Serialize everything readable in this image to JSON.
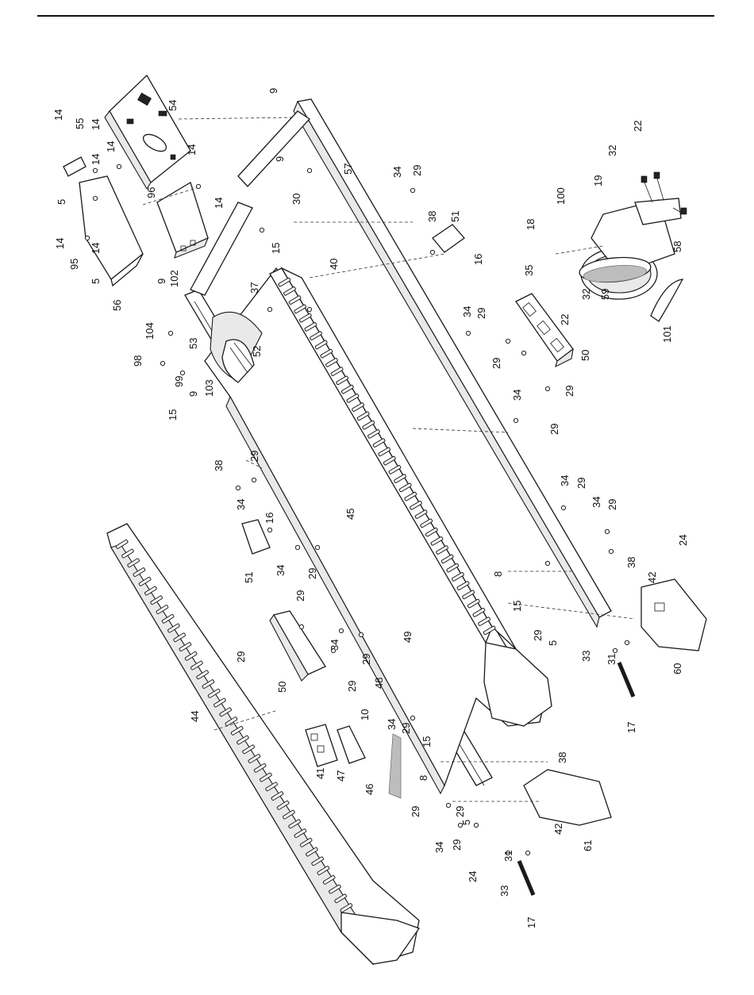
{
  "diagram": {
    "labels": [
      {
        "id": "l1",
        "text": "9"
      },
      {
        "id": "l2",
        "text": "14"
      },
      {
        "id": "l3",
        "text": "55"
      },
      {
        "id": "l4",
        "text": "14"
      },
      {
        "id": "l5",
        "text": "54"
      },
      {
        "id": "l6",
        "text": "14"
      },
      {
        "id": "l7",
        "text": "14"
      },
      {
        "id": "l8",
        "text": "9"
      },
      {
        "id": "l9",
        "text": "57"
      },
      {
        "id": "l10",
        "text": "22"
      },
      {
        "id": "l11",
        "text": "32"
      },
      {
        "id": "l12",
        "text": "14"
      },
      {
        "id": "l13",
        "text": "96"
      },
      {
        "id": "l14",
        "text": "5"
      },
      {
        "id": "l15",
        "text": "14"
      },
      {
        "id": "l16",
        "text": "34"
      },
      {
        "id": "l17",
        "text": "29"
      },
      {
        "id": "l18",
        "text": "30"
      },
      {
        "id": "l19",
        "text": "19"
      },
      {
        "id": "l20",
        "text": "100"
      },
      {
        "id": "l21",
        "text": "18"
      },
      {
        "id": "l22",
        "text": "38"
      },
      {
        "id": "l23",
        "text": "51"
      },
      {
        "id": "l24",
        "text": "14"
      },
      {
        "id": "l25",
        "text": "95"
      },
      {
        "id": "l26",
        "text": "14"
      },
      {
        "id": "l27",
        "text": "5"
      },
      {
        "id": "l28",
        "text": "56"
      },
      {
        "id": "l29",
        "text": "102"
      },
      {
        "id": "l30",
        "text": "9"
      },
      {
        "id": "l31",
        "text": "15"
      },
      {
        "id": "l32",
        "text": "40"
      },
      {
        "id": "l33",
        "text": "37"
      },
      {
        "id": "l34",
        "text": "16"
      },
      {
        "id": "l35",
        "text": "35"
      },
      {
        "id": "l36",
        "text": "58"
      },
      {
        "id": "l37",
        "text": "32"
      },
      {
        "id": "l38",
        "text": "59"
      },
      {
        "id": "l39",
        "text": "22"
      },
      {
        "id": "l40",
        "text": "101"
      },
      {
        "id": "l41",
        "text": "104"
      },
      {
        "id": "l42",
        "text": "53"
      },
      {
        "id": "l43",
        "text": "98"
      },
      {
        "id": "l44",
        "text": "52"
      },
      {
        "id": "l45",
        "text": "99"
      },
      {
        "id": "l46",
        "text": "103"
      },
      {
        "id": "l47",
        "text": "9"
      },
      {
        "id": "l48",
        "text": "34"
      },
      {
        "id": "l49",
        "text": "29"
      },
      {
        "id": "l50",
        "text": "29"
      },
      {
        "id": "l51",
        "text": "50"
      },
      {
        "id": "l52",
        "text": "29"
      },
      {
        "id": "l53",
        "text": "15"
      },
      {
        "id": "l54",
        "text": "34"
      },
      {
        "id": "l55",
        "text": "29"
      },
      {
        "id": "l56",
        "text": "38"
      },
      {
        "id": "l57",
        "text": "29"
      },
      {
        "id": "l58",
        "text": "34"
      },
      {
        "id": "l59",
        "text": "45"
      },
      {
        "id": "l60",
        "text": "16"
      },
      {
        "id": "l61",
        "text": "34"
      },
      {
        "id": "l62",
        "text": "29"
      },
      {
        "id": "l63",
        "text": "34"
      },
      {
        "id": "l64",
        "text": "29"
      },
      {
        "id": "l65",
        "text": "51"
      },
      {
        "id": "l66",
        "text": "34"
      },
      {
        "id": "l67",
        "text": "29"
      },
      {
        "id": "l68",
        "text": "24"
      },
      {
        "id": "l69",
        "text": "8"
      },
      {
        "id": "l70",
        "text": "38"
      },
      {
        "id": "l71",
        "text": "42"
      },
      {
        "id": "l72",
        "text": "29"
      },
      {
        "id": "l73",
        "text": "15"
      },
      {
        "id": "l74",
        "text": "29"
      },
      {
        "id": "l75",
        "text": "5"
      },
      {
        "id": "l76",
        "text": "49"
      },
      {
        "id": "l77",
        "text": "33"
      },
      {
        "id": "l78",
        "text": "31"
      },
      {
        "id": "l79",
        "text": "29"
      },
      {
        "id": "l80",
        "text": "34"
      },
      {
        "id": "l81",
        "text": "29"
      },
      {
        "id": "l82",
        "text": "60"
      },
      {
        "id": "l83",
        "text": "50"
      },
      {
        "id": "l84",
        "text": "29"
      },
      {
        "id": "l85",
        "text": "48"
      },
      {
        "id": "l86",
        "text": "17"
      },
      {
        "id": "l87",
        "text": "44"
      },
      {
        "id": "l88",
        "text": "10"
      },
      {
        "id": "l89",
        "text": "34"
      },
      {
        "id": "l90",
        "text": "29"
      },
      {
        "id": "l91",
        "text": "15"
      },
      {
        "id": "l92",
        "text": "38"
      },
      {
        "id": "l93",
        "text": "41"
      },
      {
        "id": "l94",
        "text": "47"
      },
      {
        "id": "l95",
        "text": "46"
      },
      {
        "id": "l96",
        "text": "8"
      },
      {
        "id": "l97",
        "text": "29"
      },
      {
        "id": "l98",
        "text": "5"
      },
      {
        "id": "l99",
        "text": "42"
      },
      {
        "id": "l100",
        "text": "34"
      },
      {
        "id": "l101",
        "text": "29"
      },
      {
        "id": "l102",
        "text": "24"
      },
      {
        "id": "l103",
        "text": "31"
      },
      {
        "id": "l104",
        "text": "61"
      },
      {
        "id": "l105",
        "text": "33"
      },
      {
        "id": "l106",
        "text": "17"
      },
      {
        "id": "l107",
        "text": "29"
      }
    ]
  }
}
